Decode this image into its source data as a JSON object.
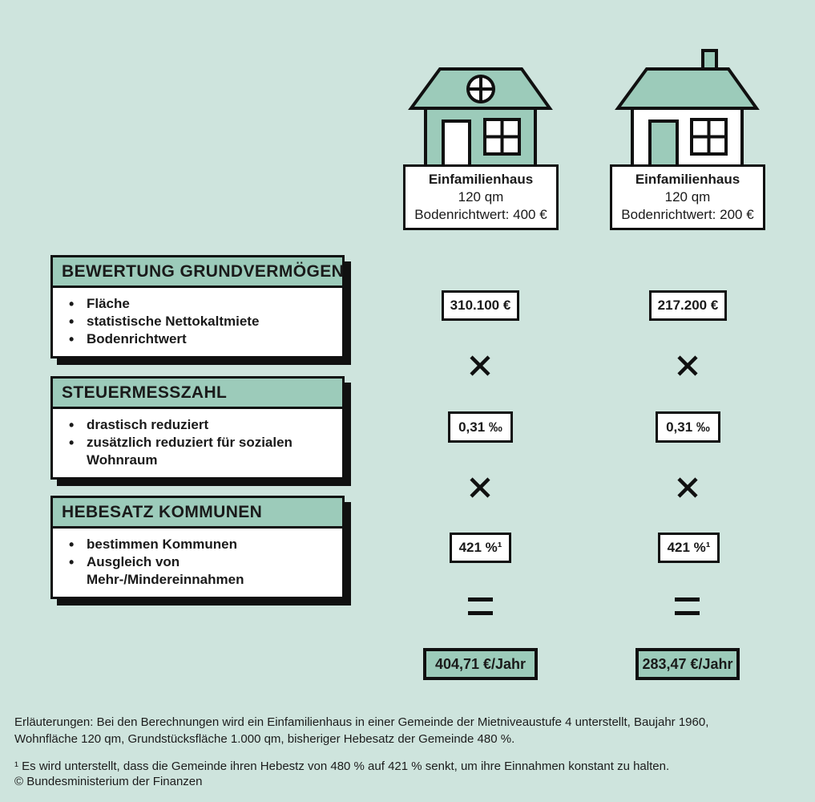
{
  "colors": {
    "background": "#cee4dd",
    "teal": "#9ccbba",
    "border_black": "#101010",
    "text": "#1a1a1a",
    "white": "#ffffff"
  },
  "houses": [
    {
      "label_title": "Einfamilienhaus",
      "label_size": "120 qm",
      "label_value": "Bodenrichtwert: 400 €"
    },
    {
      "label_title": "Einfamilienhaus",
      "label_size": "120 qm",
      "label_value": "Bodenrichtwert: 200 €"
    }
  ],
  "factor_boxes": [
    {
      "title": "BEWERTUNG GRUNDVERMÖGEN",
      "bullets": [
        "Fläche",
        "statistische Nettokaltmiete",
        "Bodenrichtwert"
      ]
    },
    {
      "title": "STEUERMESSZAHL",
      "bullets": [
        "drastisch reduziert",
        "zusätzlich reduziert für sozialen\nWohnraum"
      ]
    },
    {
      "title": "HEBESATZ KOMMUNEN",
      "bullets": [
        "bestimmen Kommunen",
        "Ausgleich von\nMehr-/Mindereinnahmen"
      ]
    }
  ],
  "calculations": [
    {
      "grundsteuerwert": "310.100 €",
      "steuermesszahl": "0,31 ‰",
      "hebesatz": "421 %¹",
      "result": "404,71 €/Jahr"
    },
    {
      "grundsteuerwert": "217.200 €",
      "steuermesszahl": "0,31 ‰",
      "hebesatz": "421 %¹",
      "result": "283,47 €/Jahr"
    }
  ],
  "footer": {
    "explanation": "Erläuterungen: Bei den Berechnungen wird ein Einfamilienhaus in einer Gemeinde der Mietniveaustufe 4 unterstellt, Baujahr 1960, Wohnfläche 120 qm, Grundstücksfläche 1.000 qm, bisheriger Hebesatz der Gemeinde 480 %.",
    "footnote": "¹ Es wird unterstellt, dass die Gemeinde ihren Hebestz von 480 % auf 421 % senkt, um ihre Einnahmen konstant zu halten.",
    "copyright": "© Bundesministerium der Finanzen"
  }
}
